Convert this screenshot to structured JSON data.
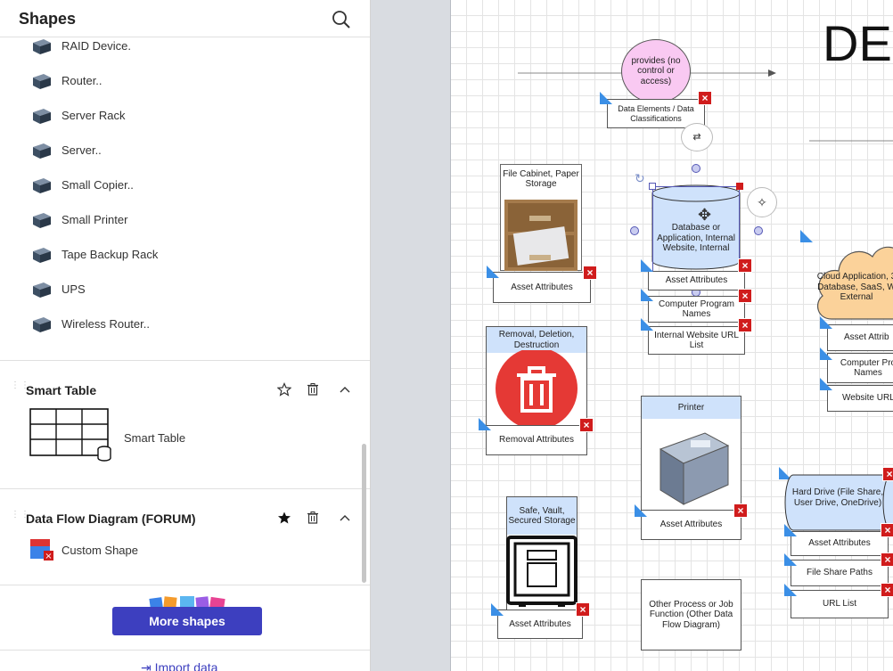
{
  "panel": {
    "title": "Shapes",
    "library_items": [
      {
        "label": "RAID Device.",
        "icon": "raid-device-icon"
      },
      {
        "label": "Router..",
        "icon": "router-icon"
      },
      {
        "label": "Server Rack",
        "icon": "server-rack-icon"
      },
      {
        "label": "Server..",
        "icon": "server-icon"
      },
      {
        "label": "Small Copier..",
        "icon": "small-copier-icon"
      },
      {
        "label": "Small Printer",
        "icon": "small-printer-icon"
      },
      {
        "label": "Tape Backup Rack",
        "icon": "tape-backup-rack-icon"
      },
      {
        "label": "UPS",
        "icon": "ups-icon"
      },
      {
        "label": "Wireless Router..",
        "icon": "wireless-router-icon"
      }
    ],
    "smart_table": {
      "title": "Smart Table",
      "item_label": "Smart Table"
    },
    "dfd": {
      "title": "Data Flow Diagram (FORUM)",
      "item_label": "Custom Shape"
    },
    "more_shapes": "More shapes",
    "import_data": "Import data"
  },
  "canvas": {
    "big_title": "DE",
    "circle_text": "provides (no control or access)",
    "data_elements": "Data Elements / Data Classifications",
    "file_cabinet": "File Cabinet, Paper Storage",
    "asset_attributes": "Asset Attributes",
    "database": "Database or Application, Internal Website, Internal",
    "db_asset": "Asset Attributes",
    "db_program": "Computer Program Names",
    "db_url": "Internal Website URL List",
    "removal": "Removal, Deletion, Destruction",
    "removal_attr": "Removal Attributes",
    "printer": "Printer",
    "printer_attr": "Asset Attributes",
    "safe": "Safe, Vault, Secured Storage",
    "safe_attr": "Asset Attributes",
    "other_process": "Other Process or Job Function (Other Data Flow Diagram)",
    "cloud": "Cloud Application, 3 Database, SaaS, W External",
    "cloud_asset": "Asset Attrib",
    "cloud_program": "Computer Pro Names",
    "cloud_url": "Website URL",
    "hard_drive": "Hard Drive (File Share, User Drive, OneDrive)",
    "hd_asset": "Asset Attributes",
    "hd_paths": "File Share Paths",
    "hd_url": "URL List",
    "delete_glyph": "×"
  }
}
